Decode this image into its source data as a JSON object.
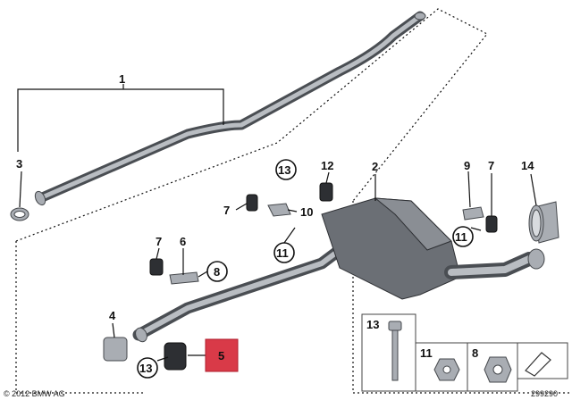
{
  "callouts": {
    "c1": "1",
    "c2": "2",
    "c3": "3",
    "c4": "4",
    "c5": "5",
    "c6": "6",
    "c7a": "7",
    "c7b": "7",
    "c7c": "7",
    "c8": "8",
    "c8b": "8",
    "c9": "9",
    "c10": "10",
    "c11a": "11",
    "c11b": "11",
    "c11c": "11",
    "c12": "12",
    "c13a": "13",
    "c13b": "13",
    "c13c": "13",
    "c14": "14"
  },
  "highlight_color": "#d93a48",
  "copyright": "© 2012 BMW AG",
  "diagram_number": "299290"
}
